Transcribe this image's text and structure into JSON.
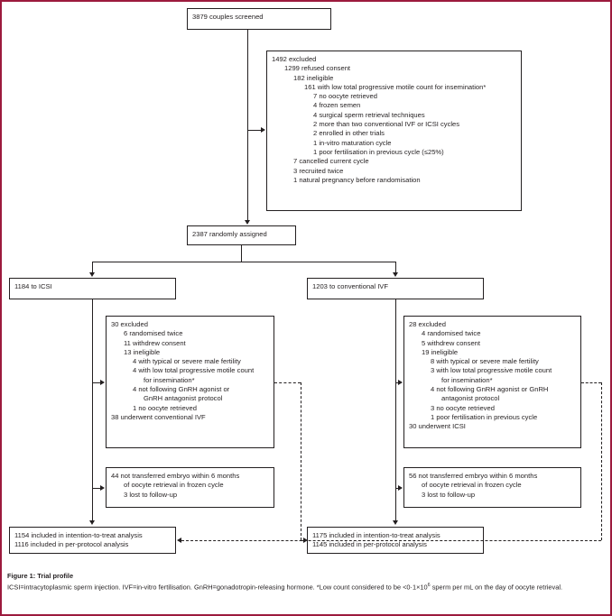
{
  "figure": {
    "caption_title": "Figure 1: Trial profile",
    "caption_body_pre": "ICSI=intracytoplasmic sperm injection. IVF=in-vitro fertilisation. GnRH=gonadotropin-releasing hormone. *Low count considered to be <0·1×10",
    "caption_sup": "6",
    "caption_body_post": " sperm per mL on the day of oocyte retrieval."
  },
  "nodes": {
    "screened": {
      "name": "screened-box",
      "lines": [
        {
          "text": "3879 couples screened",
          "indent": 1
        }
      ]
    },
    "excluded_top": {
      "name": "excluded-top-box",
      "lines": [
        {
          "text": "1492 excluded",
          "indent": 1
        },
        {
          "text": "1299 refused consent",
          "indent": 2
        },
        {
          "text": "182 ineligible",
          "indent": 3
        },
        {
          "text": "161 with low total progressive motile count for insemination*",
          "indent": 4
        },
        {
          "text": "7 no oocyte retrieved",
          "indent": 5
        },
        {
          "text": "4 frozen semen",
          "indent": 5
        },
        {
          "text": "4 surgical sperm retrieval techniques",
          "indent": 5
        },
        {
          "text": "2 more than two conventional IVF or ICSI cycles",
          "indent": 5
        },
        {
          "text": "2 enrolled in other trials",
          "indent": 5
        },
        {
          "text": "1 in-vitro maturation cycle",
          "indent": 5
        },
        {
          "text": "1 poor fertilisation in previous cycle (≤25%)",
          "indent": 5
        },
        {
          "text": "7 cancelled current cycle",
          "indent": 3
        },
        {
          "text": "3 recruited twice",
          "indent": 3
        },
        {
          "text": "1 natural pregnancy before randomisation",
          "indent": 3
        }
      ]
    },
    "randomised": {
      "name": "randomised-box",
      "lines": [
        {
          "text": "2387 randomly assigned",
          "indent": 1
        }
      ]
    },
    "arm_left": {
      "name": "arm-icsi-box",
      "lines": [
        {
          "text": "1184 to ICSI",
          "indent": 1
        }
      ]
    },
    "arm_right": {
      "name": "arm-ivf-box",
      "lines": [
        {
          "text": "1203 to conventional IVF",
          "indent": 1
        }
      ]
    },
    "excluded_left": {
      "name": "excluded-icsi-box",
      "lines": [
        {
          "text": "30 excluded",
          "indent": 1
        },
        {
          "text": "6 randomised twice",
          "indent": 2
        },
        {
          "text": "11 withdrew consent",
          "indent": 2
        },
        {
          "text": "13 ineligible",
          "indent": 2
        },
        {
          "text": "4 with typical or severe male fertility",
          "indent": 3
        },
        {
          "text": "4 with low total progressive motile count",
          "indent": 3
        },
        {
          "text": "for insemination*",
          "indent": 4
        },
        {
          "text": "4 not following GnRH agonist or",
          "indent": 3
        },
        {
          "text": "GnRH antagonist protocol",
          "indent": 4
        },
        {
          "text": "1 no oocyte retrieved",
          "indent": 3
        },
        {
          "text": "38 underwent conventional IVF",
          "indent": 1
        }
      ]
    },
    "excluded_right": {
      "name": "excluded-ivf-box",
      "lines": [
        {
          "text": "28 excluded",
          "indent": 1
        },
        {
          "text": "4 randomised twice",
          "indent": 2
        },
        {
          "text": "5 withdrew consent",
          "indent": 2
        },
        {
          "text": "19 ineligible",
          "indent": 2
        },
        {
          "text": "8 with typical or severe male fertility",
          "indent": 3
        },
        {
          "text": "3 with low total progressive motile count",
          "indent": 3
        },
        {
          "text": "for insemination*",
          "indent": 4
        },
        {
          "text": "4 not following GnRH agonist or GnRH",
          "indent": 3
        },
        {
          "text": "antagonist protocol",
          "indent": 4
        },
        {
          "text": "3 no oocyte retrieved",
          "indent": 3
        },
        {
          "text": "1 poor fertilisation in previous cycle",
          "indent": 3
        },
        {
          "text": "30 underwent ICSI",
          "indent": 1
        }
      ]
    },
    "follow_left": {
      "name": "followup-icsi-box",
      "lines": [
        {
          "text": "44 not transferred embryo within 6 months",
          "indent": 1
        },
        {
          "text": "of oocyte retrieval in frozen cycle",
          "indent": 2
        },
        {
          "text": "3 lost to follow-up",
          "indent": 2
        }
      ]
    },
    "follow_right": {
      "name": "followup-ivf-box",
      "lines": [
        {
          "text": "56 not transferred embryo within 6 months",
          "indent": 1
        },
        {
          "text": "of oocyte retrieval in frozen cycle",
          "indent": 2
        },
        {
          "text": "3 lost to follow-up",
          "indent": 2
        }
      ]
    },
    "analysis_left": {
      "name": "analysis-icsi-box",
      "lines": [
        {
          "text": "1154 included in intention-to-treat analysis",
          "indent": 1
        },
        {
          "text": "1116 included in per-protocol analysis",
          "indent": 1
        }
      ]
    },
    "analysis_right": {
      "name": "analysis-ivf-box",
      "lines": [
        {
          "text": "1175 included in intention-to-treat analysis",
          "indent": 1
        },
        {
          "text": "1145 included in per-protocol analysis",
          "indent": 1
        }
      ]
    }
  }
}
